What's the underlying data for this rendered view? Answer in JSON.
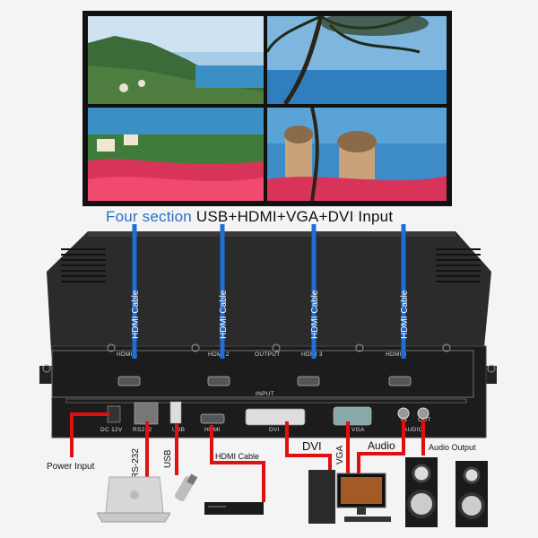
{
  "headline": {
    "part1": "Four section",
    "part2": "USB+HDMI+VGA+DVI Input"
  },
  "vertical_cable_label": "HDMI Cable",
  "output_ports": [
    "HDMI 1",
    "HDMI 2",
    "HDMI 3",
    "HDMI 4"
  ],
  "panel_labels": {
    "output": "OUTPUT",
    "input": "INPUT",
    "dc": "DC 12V",
    "rs232": "RS232",
    "usb": "USB",
    "hdmi": "HDMI",
    "dvi": "DVI",
    "vga": "VGA",
    "audio": "AUDIO",
    "in": "IN",
    "out": "OUT"
  },
  "callouts": {
    "power_input": "Power Input",
    "rs232": "RS-232",
    "usb": "USB",
    "hdmi_cable": "HDMI Cable",
    "dvi": "DVI",
    "vga": "VGA",
    "audio": "Audio",
    "audio_output": "Audio Output"
  },
  "colors": {
    "cable_blue": "#1f6fd6",
    "cable_red": "#e01010",
    "headline_blue": "#2a6fc9"
  },
  "icons": [
    "laptop-icon",
    "usb-drive-icon",
    "media-player-icon",
    "desktop-computer-icon",
    "speaker-icon"
  ]
}
